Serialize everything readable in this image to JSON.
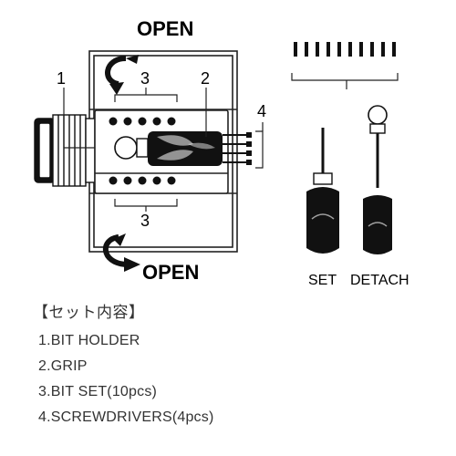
{
  "diagram": {
    "open_top": "OPEN",
    "open_bottom": "OPEN",
    "callouts": {
      "c1": "1",
      "c2": "2",
      "c3_top": "3",
      "c3_bottom": "3",
      "c4": "4"
    },
    "set_label": "SET",
    "detach_label": "DETACH"
  },
  "legend": {
    "title": "【セット内容】",
    "items": [
      "1.BIT HOLDER",
      "2.GRIP",
      "3.BIT SET(10pcs)",
      "4.SCREWDRIVERS(4pcs)"
    ]
  },
  "colors": {
    "ink": "#111111",
    "line": "#222222",
    "bg": "#ffffff"
  },
  "icons": [
    "rotate-arrow-icon",
    "bit-icon",
    "screwdriver-icon"
  ]
}
